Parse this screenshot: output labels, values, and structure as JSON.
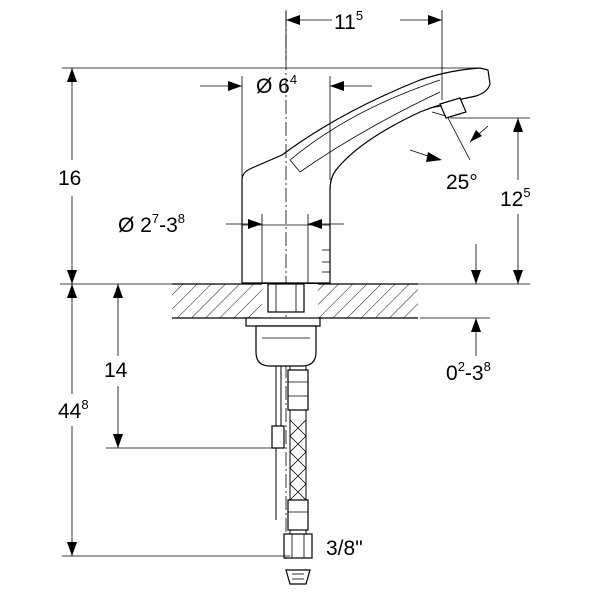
{
  "dimensions": {
    "spout_reach": {
      "base": "11",
      "sup": "5"
    },
    "body_diameter": {
      "prefix": "Ø 6",
      "sup": "4"
    },
    "total_height": {
      "base": "16",
      "sup": ""
    },
    "spout_angle": {
      "base": "25°",
      "sup": ""
    },
    "outlet_height": {
      "base": "12",
      "sup": "5"
    },
    "hole_diameter": {
      "p1": "Ø 2",
      "s1": "7",
      "p2": "-3",
      "s2": "8"
    },
    "under_counter_mid": {
      "base": "14",
      "sup": ""
    },
    "under_counter_total": {
      "base": "44",
      "sup": "8"
    },
    "counter_thickness": {
      "p1": "0",
      "s1": "2",
      "p2": "-3",
      "s2": "8"
    },
    "connection_size": {
      "base": "3/8\"",
      "sup": ""
    }
  }
}
